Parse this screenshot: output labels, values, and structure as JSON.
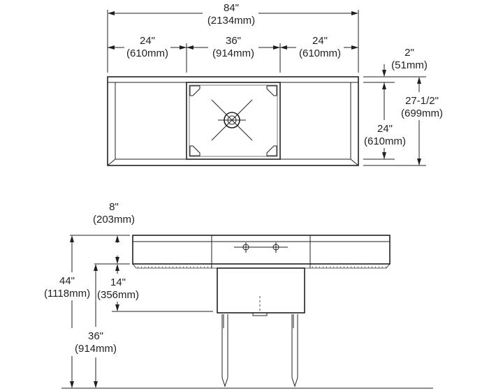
{
  "top_view": {
    "overall_width": {
      "imperial": "84\"",
      "metric": "(2134mm)"
    },
    "left_drainboard": {
      "imperial": "24\"",
      "metric": "(610mm)"
    },
    "bowl_width": {
      "imperial": "36\"",
      "metric": "(914mm)"
    },
    "right_drainboard": {
      "imperial": "24\"",
      "metric": "(610mm)"
    },
    "backsplash_depth": {
      "imperial": "2\"",
      "metric": "(51mm)"
    },
    "overall_depth": {
      "imperial": "27-1/2\"",
      "metric": "(699mm)"
    },
    "bowl_depth": {
      "imperial": "24\"",
      "metric": "(610mm)"
    }
  },
  "front_view": {
    "backsplash_height": {
      "imperial": "8\"",
      "metric": "(203mm)"
    },
    "overall_height": {
      "imperial": "44\"",
      "metric": "(1118mm)"
    },
    "bowl_depth": {
      "imperial": "14\"",
      "metric": "(356mm)"
    },
    "rim_height": {
      "imperial": "36\"",
      "metric": "(914mm)"
    }
  }
}
